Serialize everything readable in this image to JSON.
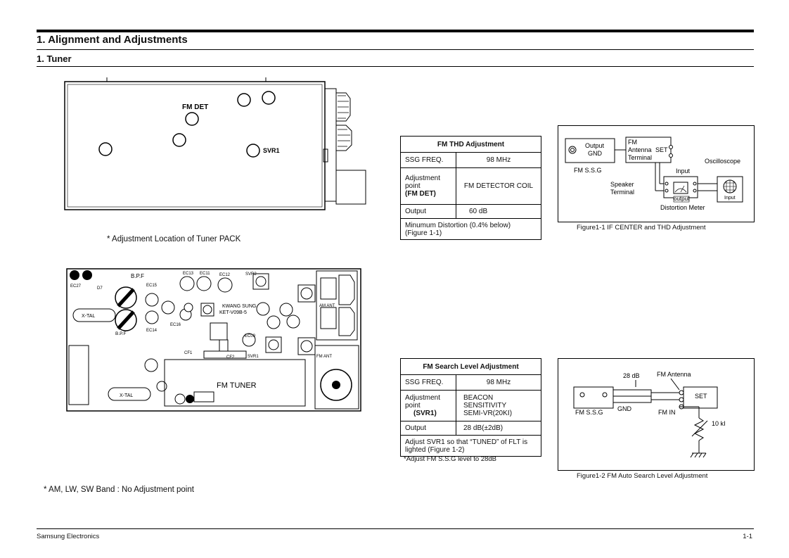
{
  "header": {
    "title": "1. Alignment and Adjustments",
    "section": "1. Tuner"
  },
  "tuner_drawing": {
    "labels": {
      "fm_det": "FM DET",
      "svr1": "SVR1"
    },
    "caption": "* Adjustment Location of Tuner PACK"
  },
  "pcb": {
    "labels": {
      "ec13": "EC13",
      "ec11": "EC11",
      "ec12": "EC12",
      "svr2": "SVR2",
      "ec15": "EC15",
      "bpf_top": "B.P.F",
      "bpf_bottom": "B.P.F",
      "kwang_sung": "KWANG SUNG",
      "ket": "KET-V09B-5",
      "xtal_top": "X-TAL",
      "xtal_bottom": "X-TAL",
      "fm_tuner": "FM TUNER",
      "ec14": "EC14",
      "ec16": "EC16",
      "ec09": "EC09",
      "am_ant": "AM ANT",
      "fm_ant": "FM ANT",
      "cf1": "CF1",
      "cf2": "CF2",
      "svr1": "SVR1",
      "d7": "D7",
      "ec27": "EC27"
    }
  },
  "fm_thd_table": {
    "title": "FM THD Adjustment",
    "rows": [
      {
        "label": "SSG FREQ.",
        "value": "98 MHz"
      },
      {
        "label_lines": [
          "Adjustment",
          "point",
          "(FM DET)"
        ],
        "value": "FM DETECTOR COIL"
      },
      {
        "label": "Output",
        "value": "60 dB"
      }
    ],
    "note_lines": [
      "Minumum Distortion (0.4% below)",
      "(Figure 1-1)"
    ]
  },
  "figure1": {
    "caption": "Figure1-1  IF CENTER and THD Adjustment",
    "labels": {
      "output": "Output",
      "gnd": "GND",
      "fm_ssg": "FM S.S.G",
      "fm": "FM",
      "antenna": "Antenna",
      "set": "SET",
      "terminal": "Terminal",
      "speaker": "Speaker",
      "speaker_terminal": "Terminal",
      "input": "Input",
      "oscilloscope": "Oscilloscope",
      "dm_output": "output",
      "distortion_meter": "Distortion Meter",
      "osc_input": "Input"
    }
  },
  "fm_search_table": {
    "title": "FM Search Level Adjustment",
    "rows": [
      {
        "label": "SSG FREQ.",
        "value": "98 MHz"
      },
      {
        "label_lines": [
          "Adjustment",
          "point",
          "(SVR1)"
        ],
        "value_lines": [
          "BEACON",
          "SENSITIVITY",
          "SEMI-VR(20KⅠ)"
        ]
      },
      {
        "label": "Output",
        "value": "28 dB(±2dB)"
      }
    ],
    "note_lines": [
      "Adjust SVR1 so that “TUNED” of  FLT is",
      "lighted (Figure 1-2)"
    ],
    "footnote": "*Adjust FM S.S.G level to 28dB"
  },
  "figure2": {
    "caption": "Figure1-2  FM Auto Search Level Adjustment",
    "labels": {
      "db28": "28 dB",
      "fm_antenna": "FM Antenna",
      "set": "SET",
      "fm_ssg": "FM S.S.G",
      "gnd": "GND",
      "fm_in": "FM  IN",
      "res": "10 kⅠ"
    }
  },
  "bottom_note": "* AM, LW, SW Band :  No Adjustment point",
  "footer": {
    "left": "Samsung Electronics",
    "right": "1-1"
  }
}
